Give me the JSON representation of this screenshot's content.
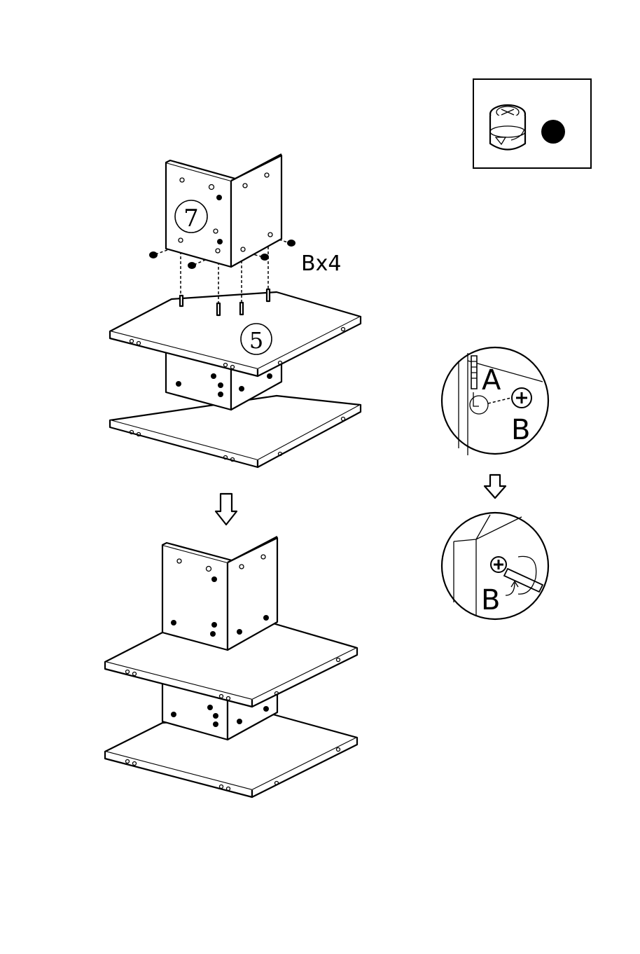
{
  "diagram": {
    "part_numbers": {
      "upper_panel": "7",
      "shelf": "5"
    },
    "hardware_count_label": "Bx4",
    "detail_labels": {
      "dowel": "A",
      "cam_lock_top": "B",
      "cam_lock_bottom": "B"
    },
    "icons": {
      "hardware_legend": "cam-lock-icon",
      "step_arrow": "down-arrow-icon"
    },
    "colors": {
      "line": "#000000",
      "background": "#ffffff"
    }
  }
}
